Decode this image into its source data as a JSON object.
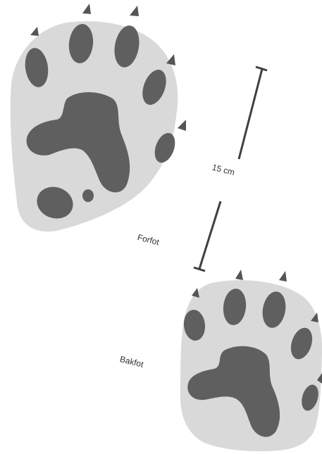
{
  "labels": {
    "front_foot": "Forfot",
    "hind_foot": "Bakfot",
    "scale": "15 cm"
  },
  "colors": {
    "pad": "#5f5f5f",
    "sole": "#d9d9d9",
    "claw": "#555555",
    "scale_line": "#404040",
    "background": "#ffffff"
  }
}
